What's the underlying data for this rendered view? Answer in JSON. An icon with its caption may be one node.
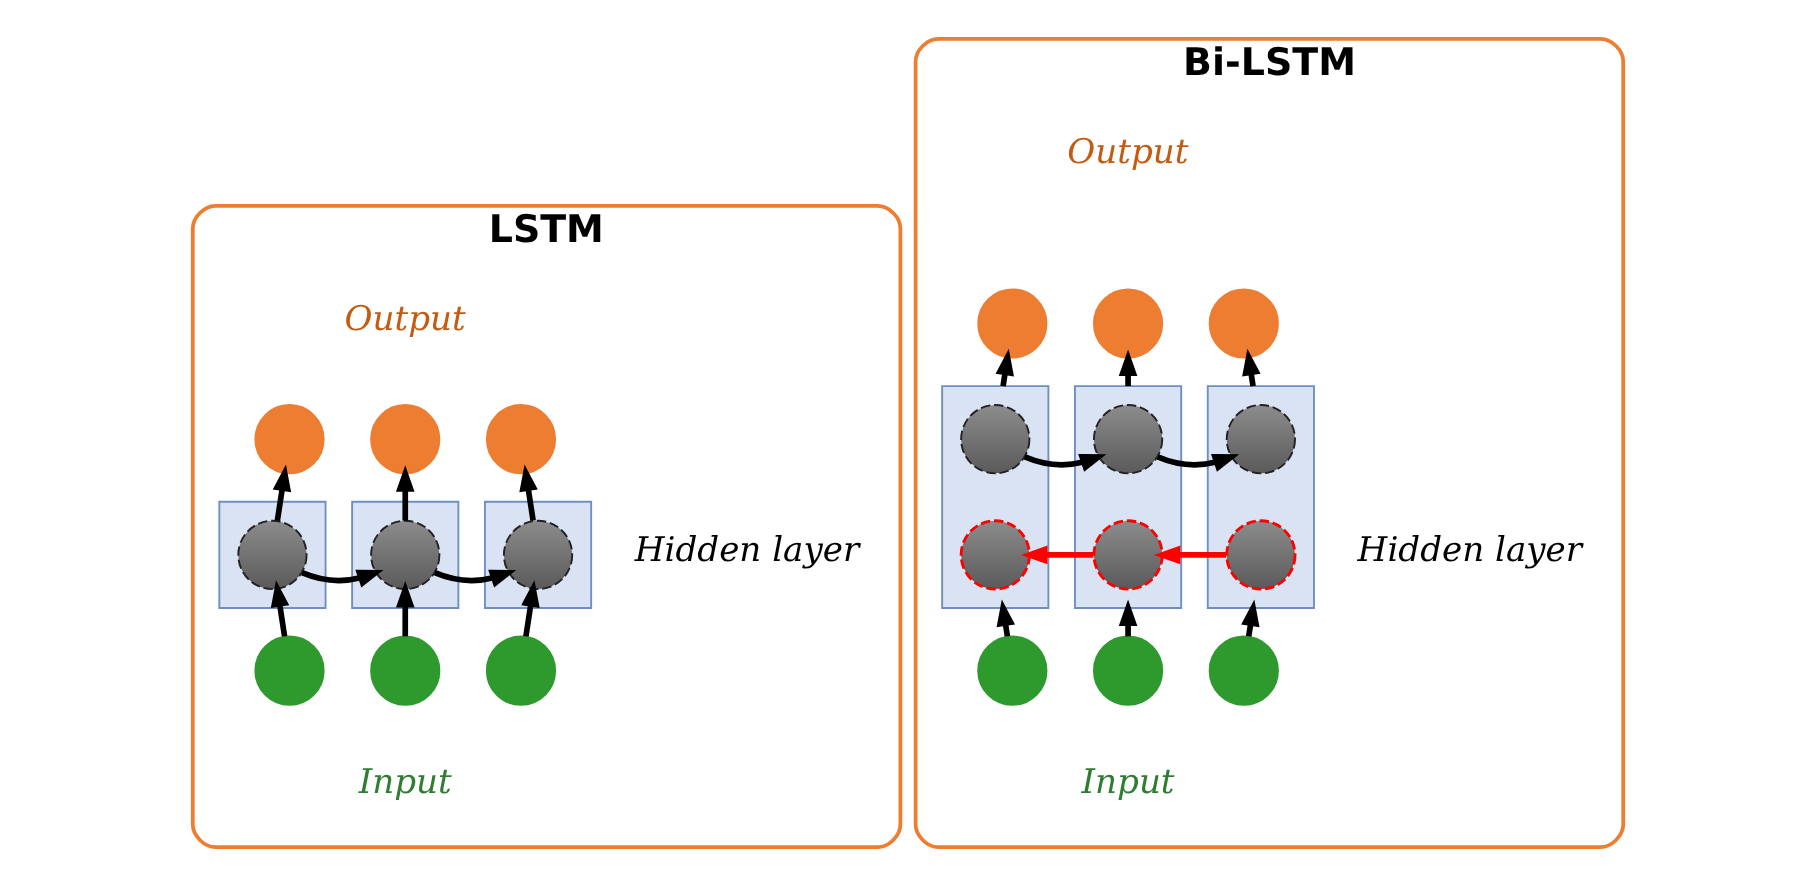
{
  "diagram": {
    "nodes": [
      {
        "text": [
          "LSTM"
        ]
      },
      {
        "text": [],
        "shape": "circle",
        "in": 0
      },
      {
        "text": [],
        "shape": "circle",
        "in": 0
      },
      {
        "text": [],
        "shape": "circle",
        "in": 0
      },
      {
        "text": [],
        "shape": "box",
        "in": 0
      },
      {
        "text": [],
        "shape": "box",
        "in": 0
      },
      {
        "text": [],
        "shape": "box",
        "in": 0
      },
      {
        "text": [],
        "shape": "circle",
        "in": 4
      },
      {
        "text": [],
        "shape": "circle",
        "in": 5
      },
      {
        "text": [],
        "shape": "circle",
        "in": 6
      },
      {
        "text": [],
        "shape": "circle",
        "in": 0
      },
      {
        "text": [],
        "shape": "circle",
        "in": 0
      },
      {
        "text": [],
        "shape": "circle",
        "in": 0
      },
      {
        "text": [
          "Bi-LSTM"
        ]
      },
      {
        "text": [],
        "shape": "circle",
        "in": 13
      },
      {
        "text": [],
        "shape": "circle",
        "in": 13
      },
      {
        "text": [],
        "shape": "circle",
        "in": 13
      },
      {
        "text": [],
        "shape": "box",
        "in": 13
      },
      {
        "text": [],
        "shape": "box",
        "in": 13
      },
      {
        "text": [],
        "shape": "box",
        "in": 13
      },
      {
        "text": [],
        "shape": "circle",
        "in": 17
      },
      {
        "text": [],
        "shape": "circle",
        "in": 18
      },
      {
        "text": [],
        "shape": "circle",
        "in": 19
      },
      {
        "text": [],
        "shape": "circle",
        "in": 17
      },
      {
        "text": [],
        "shape": "circle",
        "in": 18
      },
      {
        "text": [],
        "shape": "circle",
        "in": 19
      },
      {
        "text": [],
        "shape": "circle",
        "in": 13
      },
      {
        "text": [],
        "shape": "circle",
        "in": 13
      },
      {
        "text": [],
        "shape": "circle",
        "in": 13
      }
    ],
    "edges": [
      {
        "from": 10,
        "to": 7,
        "arrow": "to"
      },
      {
        "from": 11,
        "to": 8,
        "arrow": "to"
      },
      {
        "from": 12,
        "to": 9,
        "arrow": "to"
      },
      {
        "from": 7,
        "to": 1,
        "arrow": "to"
      },
      {
        "from": 8,
        "to": 2,
        "arrow": "to"
      },
      {
        "from": 9,
        "to": 3,
        "arrow": "to"
      },
      {
        "from": 7,
        "to": 8,
        "arrow": "to"
      },
      {
        "from": 8,
        "to": 9,
        "arrow": "to"
      },
      {
        "from": 26,
        "to": 17,
        "arrow": "to"
      },
      {
        "from": 27,
        "to": 18,
        "arrow": "to"
      },
      {
        "from": 28,
        "to": 19,
        "arrow": "to"
      },
      {
        "from": 17,
        "to": 14,
        "arrow": "to"
      },
      {
        "from": 18,
        "to": 15,
        "arrow": "to"
      },
      {
        "from": 19,
        "to": 16,
        "arrow": "to"
      },
      {
        "from": 20,
        "to": 21,
        "arrow": "to"
      },
      {
        "from": 21,
        "to": 22,
        "arrow": "to"
      },
      {
        "from": 25,
        "to": 24,
        "arrow": "to",
        "color": "#ff0000"
      },
      {
        "from": 24,
        "to": 23,
        "arrow": "to",
        "color": "#ff0000"
      }
    ],
    "labels": [
      "Output",
      "Hidden layer",
      "Input",
      "Output",
      "Hidden layer",
      "Input"
    ]
  }
}
